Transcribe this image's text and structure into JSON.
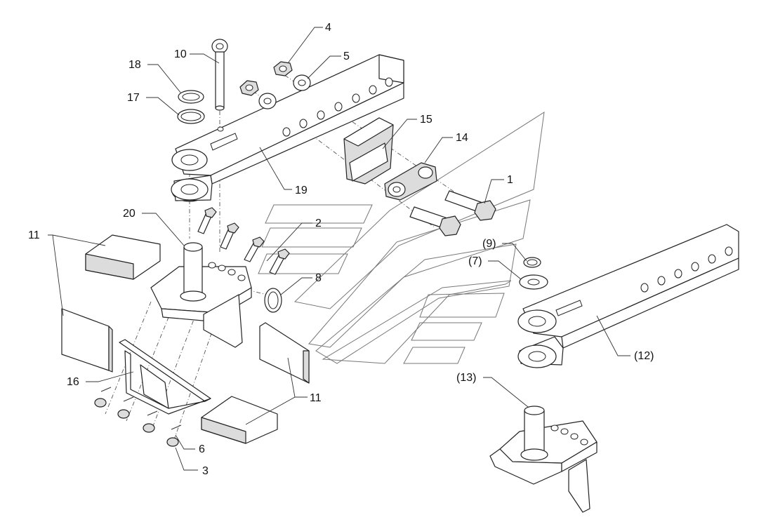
{
  "diagram": {
    "callouts": [
      {
        "id": "c1",
        "text": "1"
      },
      {
        "id": "c2",
        "text": "2"
      },
      {
        "id": "c3",
        "text": "3"
      },
      {
        "id": "c4",
        "text": "4"
      },
      {
        "id": "c5",
        "text": "5"
      },
      {
        "id": "c6",
        "text": "6"
      },
      {
        "id": "c7",
        "text": "(7)"
      },
      {
        "id": "c8",
        "text": "8"
      },
      {
        "id": "c9",
        "text": "(9)"
      },
      {
        "id": "c10",
        "text": "10"
      },
      {
        "id": "c11a",
        "text": "11"
      },
      {
        "id": "c11b",
        "text": "11"
      },
      {
        "id": "c12",
        "text": "(12)"
      },
      {
        "id": "c13",
        "text": "(13)"
      },
      {
        "id": "c14",
        "text": "14"
      },
      {
        "id": "c15",
        "text": "15"
      },
      {
        "id": "c16",
        "text": "16"
      },
      {
        "id": "c17",
        "text": "17"
      },
      {
        "id": "c18",
        "text": "18"
      },
      {
        "id": "c19",
        "text": "19"
      },
      {
        "id": "c20",
        "text": "20"
      }
    ],
    "colors": {
      "line": "#222222",
      "shade": "#dcdcdc",
      "background": "#ffffff"
    }
  }
}
